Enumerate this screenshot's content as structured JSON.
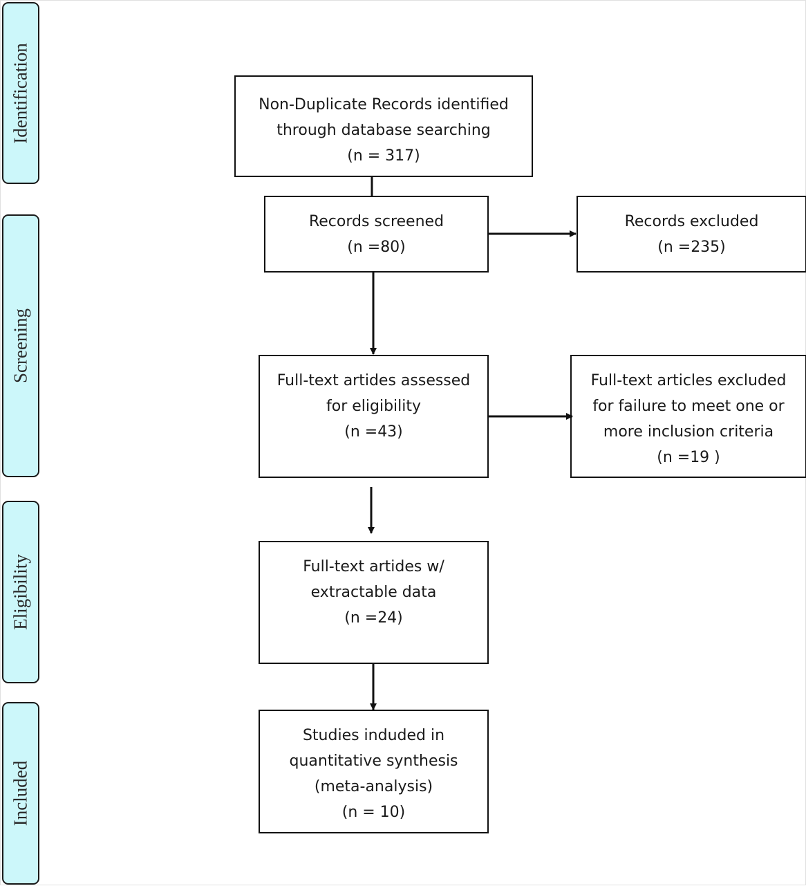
{
  "phases": {
    "identification": "Identification",
    "screening": "Screening",
    "eligibility": "Eligibility",
    "included": "Included"
  },
  "boxes": {
    "identified": {
      "line1": "Non-Duplicate Records identified",
      "line2": "through database searching",
      "count": "(n = 317)"
    },
    "screened": {
      "line1": "Records screened",
      "count": "(n =80)"
    },
    "excluded": {
      "line1": "Records excluded",
      "count": "(n =235)"
    },
    "assessed": {
      "line1": "Full-text artides assessed",
      "line2": "for eligibility",
      "count": "(n =43)"
    },
    "fulltext_excluded": {
      "line1": "Full-text articles excluded",
      "line2": "for failure to meet one or",
      "line3": "more inclusion criteria",
      "count": "(n =19 )"
    },
    "extractable": {
      "line1": "Full-text artides w/",
      "line2": "extractable data",
      "count": "(n =24)"
    },
    "included": {
      "line1": "Studies induded in",
      "line2": "quantitative synthesis",
      "line3": "(meta-analysis)",
      "count": "(n = 10)"
    }
  },
  "colors": {
    "phase_fill": "#ccf7fa",
    "border": "#111111",
    "text": "#1a1a1a"
  }
}
